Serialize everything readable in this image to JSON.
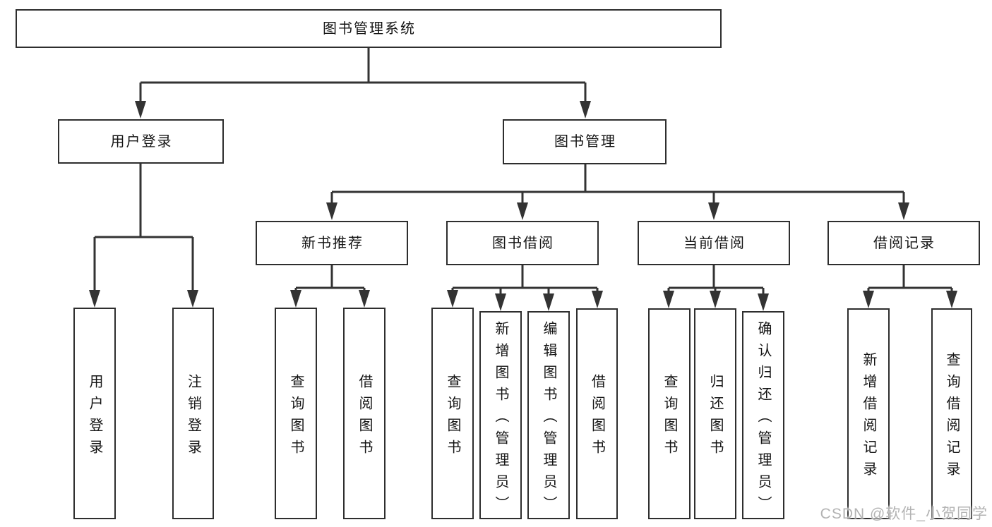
{
  "tree": {
    "label": "图书管理系统",
    "children": [
      {
        "label": "用户登录",
        "children": [
          {
            "label": "用户登录"
          },
          {
            "label": "注销登录"
          }
        ]
      },
      {
        "label": "图书管理",
        "children": [
          {
            "label": "新书推荐",
            "children": [
              {
                "label": "查询图书"
              },
              {
                "label": "借阅图书"
              }
            ]
          },
          {
            "label": "图书借阅",
            "children": [
              {
                "label": "查询图书"
              },
              {
                "label": "新增图书（管理员）"
              },
              {
                "label": "编辑图书（管理员）"
              },
              {
                "label": "借阅图书"
              }
            ]
          },
          {
            "label": "当前借阅",
            "children": [
              {
                "label": "查询图书"
              },
              {
                "label": "归还图书"
              },
              {
                "label": "确认归还（管理员）"
              }
            ]
          },
          {
            "label": "借阅记录",
            "children": [
              {
                "label": "新增借阅记录"
              },
              {
                "label": "查询借阅记录"
              }
            ]
          }
        ]
      }
    ]
  },
  "watermark": "CSDN @软件_小贺同学",
  "colors": {
    "line": "#333333",
    "box_border": "#2e2e2e",
    "text": "#141414",
    "watermark": "#b3b3b3"
  }
}
